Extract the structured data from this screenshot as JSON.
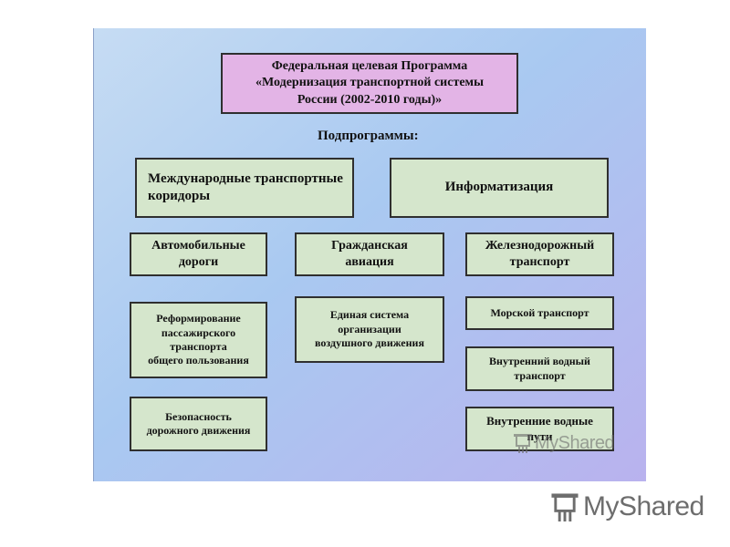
{
  "diagram": {
    "main_title": "Федеральная целевая Программа\n«Модернизация транспортной системы\nРоссии (2002-2010 годы)»",
    "subtitle": "Подпрограммы:",
    "top_row": [
      "Международные транспортные\nкоридоры",
      "Информатизация"
    ],
    "row2": [
      "Автомобильные\nдороги",
      "Гражданская\nавиация",
      "Железнодорожный\nтранспорт"
    ],
    "left_column": [
      "Реформирование\nпассажирского\nтранспорта\nобщего пользования",
      "Безопасность\nдорожного движения"
    ],
    "center_column": [
      "Единая система\nорганизации\nвоздушного движения"
    ],
    "right_column": [
      "Морской транспорт",
      "Внутренний водный\nтранспорт",
      "Внутренние водные\nпути"
    ]
  },
  "watermark": {
    "text": "MyShared",
    "icon": "myshared-logo-icon"
  },
  "colors": {
    "main_box": "#e3b4e6",
    "sub_box": "#d5e6cc",
    "background_gradient_start": "#c6dcf3",
    "background_gradient_end": "#b9b2ee"
  }
}
